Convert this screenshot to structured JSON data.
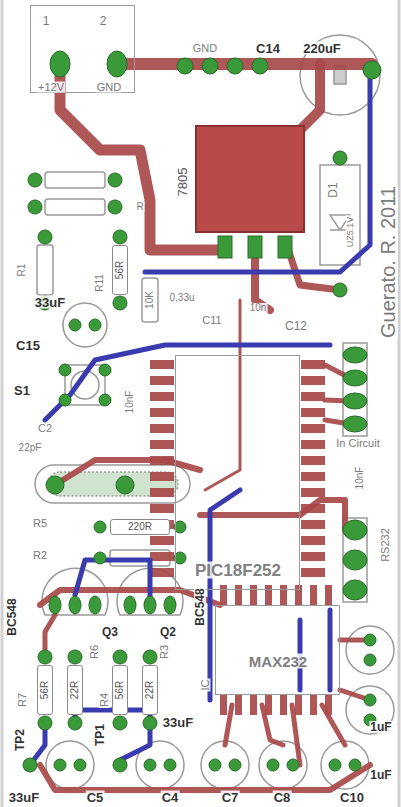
{
  "diagram": {
    "nodes": [
      {
        "text": [
          "1",
          "2",
          "+12V",
          "GND"
        ]
      },
      {
        "text": [
          "7805"
        ]
      },
      {
        "text": [
          "56R"
        ]
      },
      {
        "text": [
          "PIC18F252"
        ]
      },
      {
        "text": [
          "220R"
        ]
      },
      {
        "text": [
          "MAX232"
        ]
      },
      {
        "text": [
          "56R"
        ]
      },
      {
        "text": [
          "22R"
        ]
      },
      {
        "text": [
          "56R"
        ]
      },
      {
        "text": [
          "22R"
        ]
      }
    ],
    "labels": [
      "GND",
      "C14",
      "220uF",
      "D1",
      "R",
      "UZ5.1V",
      "Guerato. R. 2011",
      "R1",
      "R11",
      "0,33u",
      "33uF",
      "10K",
      "10n",
      "C11",
      "C12",
      "C15",
      "S1",
      "10nF",
      "C2",
      "In Circuit",
      "22pF",
      "10nF",
      "R5",
      "RS232",
      "R2",
      "BC548",
      "BC548",
      "Q3",
      "Q2",
      "R6",
      "R3",
      "IC",
      "R7",
      "R4",
      "33uF",
      "1uF",
      "TP1",
      "TP2",
      "1uF",
      "33uF",
      "C5",
      "C4",
      "C7",
      "C8",
      "C10"
    ]
  }
}
